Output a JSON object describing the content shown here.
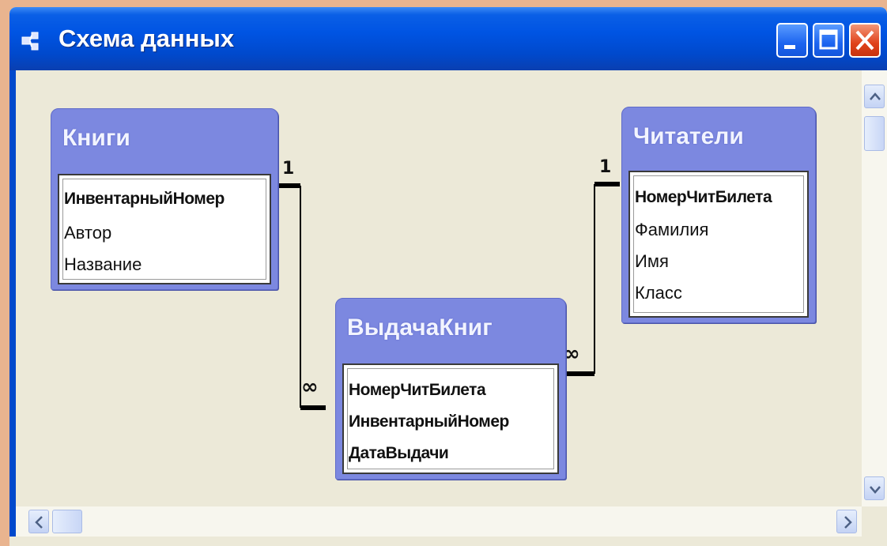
{
  "window": {
    "title": "Схема данных",
    "controls": [
      "minimize",
      "maximize",
      "close"
    ]
  },
  "icons": {
    "app": "relationships-icon",
    "minimize": "minimize-icon",
    "maximize": "maximize-icon",
    "close": "close-icon",
    "scroll_up": "arrow-up-icon",
    "scroll_down": "arrow-down-icon",
    "scroll_left": "arrow-left-icon",
    "scroll_right": "arrow-right-icon"
  },
  "tables": [
    {
      "name": "Книги",
      "fields": [
        {
          "name": "ИнвентарныйНомер",
          "key": true
        },
        {
          "name": "Автор",
          "key": false
        },
        {
          "name": "Название",
          "key": false
        }
      ]
    },
    {
      "name": "ВыдачаКниг",
      "fields": [
        {
          "name": "НомерЧитБилета",
          "key": true
        },
        {
          "name": "ИнвентарныйНомер",
          "key": true
        },
        {
          "name": "ДатаВыдачи",
          "key": true
        }
      ]
    },
    {
      "name": "Читатели",
      "fields": [
        {
          "name": "НомерЧитБилета",
          "key": true
        },
        {
          "name": "Фамилия",
          "key": false
        },
        {
          "name": "Имя",
          "key": false
        },
        {
          "name": "Класс",
          "key": false
        }
      ]
    }
  ],
  "relationships": [
    {
      "from": "Книги",
      "to": "ВыдачаКниг",
      "one_label": "1",
      "many_label": "∞"
    },
    {
      "from": "Читатели",
      "to": "ВыдачаКниг",
      "one_label": "1",
      "many_label": "∞"
    }
  ],
  "colors": {
    "titlebar": "#0054e3",
    "table_header": "#7c88e0",
    "canvas": "#ece9d8",
    "close_button": "#e0421a"
  }
}
